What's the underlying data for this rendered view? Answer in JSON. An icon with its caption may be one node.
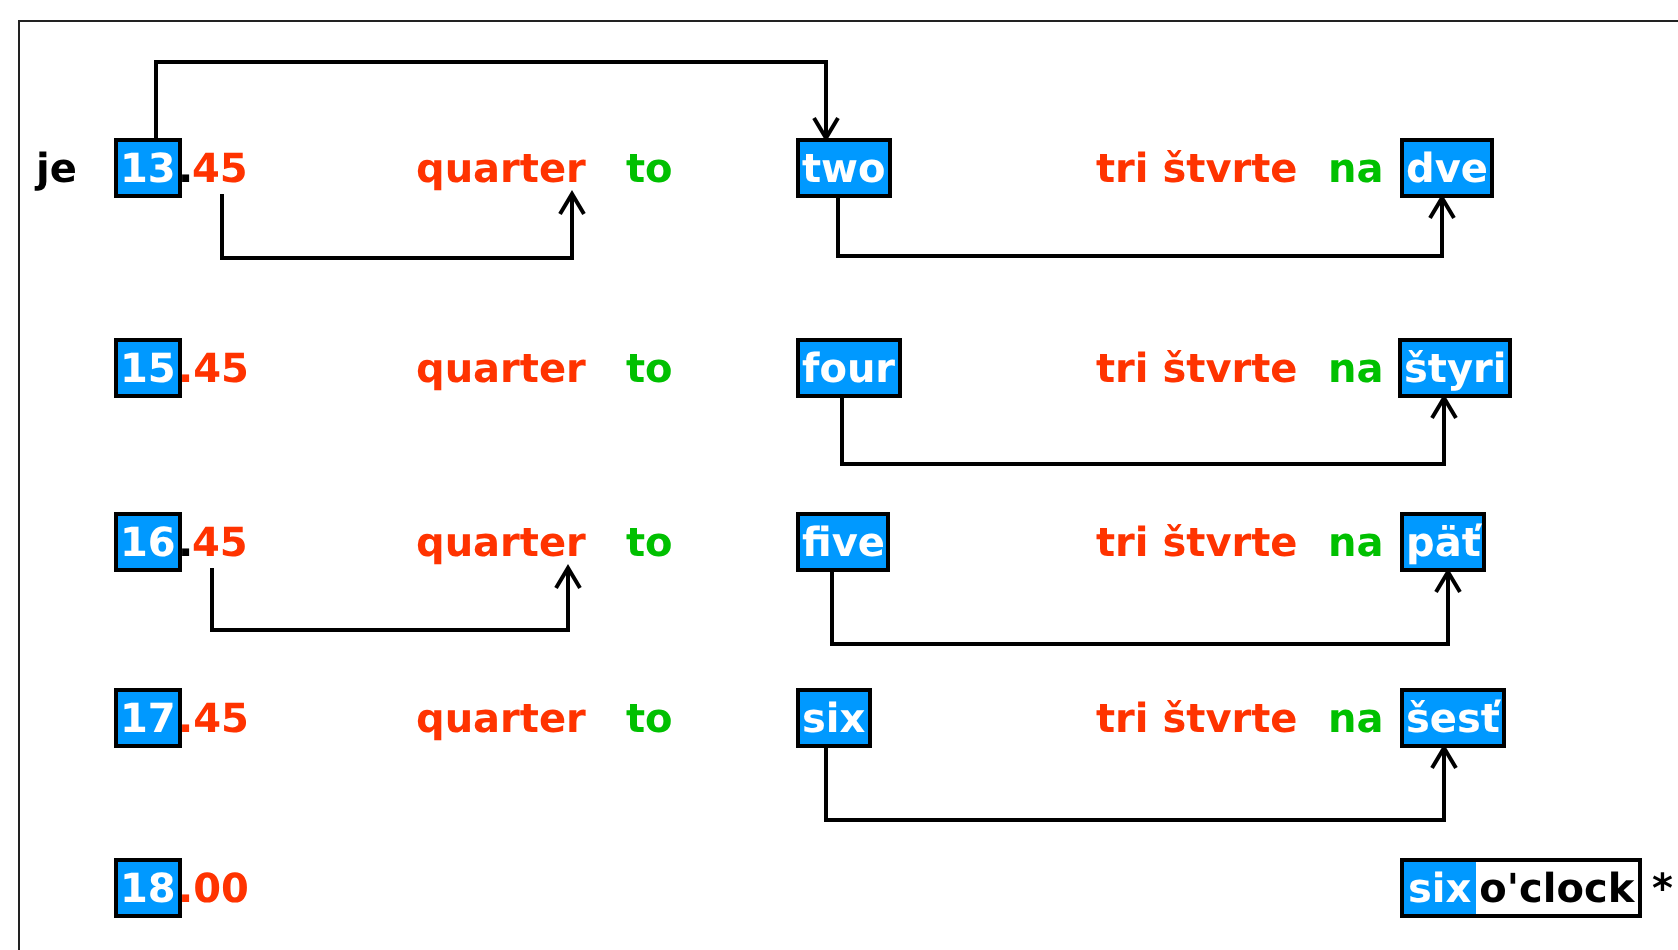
{
  "diagram": {
    "nodes": [
      {
        "text": [
          "13"
        ]
      },
      {
        "text": [
          "45"
        ]
      },
      {
        "text": [
          "quarter"
        ]
      },
      {
        "text": [
          "two"
        ]
      },
      {
        "text": [
          "dve"
        ]
      },
      {
        "text": [
          "15"
        ]
      },
      {
        "text": [
          "four"
        ]
      },
      {
        "text": [
          "štyri"
        ]
      },
      {
        "text": [
          "16"
        ]
      },
      {
        "text": [
          "45"
        ]
      },
      {
        "text": [
          "quarter"
        ]
      },
      {
        "text": [
          "five"
        ]
      },
      {
        "text": [
          "päť"
        ]
      },
      {
        "text": [
          "17"
        ]
      },
      {
        "text": [
          "six"
        ]
      },
      {
        "text": [
          "šesť"
        ]
      },
      {
        "text": [
          "18"
        ]
      },
      {
        "text": [
          "six",
          "o'clock"
        ]
      }
    ],
    "edges": [
      {
        "from": 0,
        "to": 3,
        "arrow": "to"
      },
      {
        "from": 1,
        "to": 2,
        "arrow": "to"
      },
      {
        "from": 3,
        "to": 4,
        "arrow": "to"
      },
      {
        "from": 6,
        "to": 7,
        "arrow": "to"
      },
      {
        "from": 9,
        "to": 10,
        "arrow": "to"
      },
      {
        "from": 11,
        "to": 12,
        "arrow": "to"
      },
      {
        "from": 14,
        "to": 15,
        "arrow": "to"
      }
    ],
    "labels": [
      "je",
      ".",
      "to",
      "tri štvrte",
      "na",
      ".45",
      "quarter",
      "to",
      "tri štvrte",
      "na",
      ".",
      "to",
      "tri štvrte",
      "na",
      ".45",
      "quarter",
      "to",
      "tri štvrte",
      "na",
      ".00",
      "*"
    ]
  }
}
